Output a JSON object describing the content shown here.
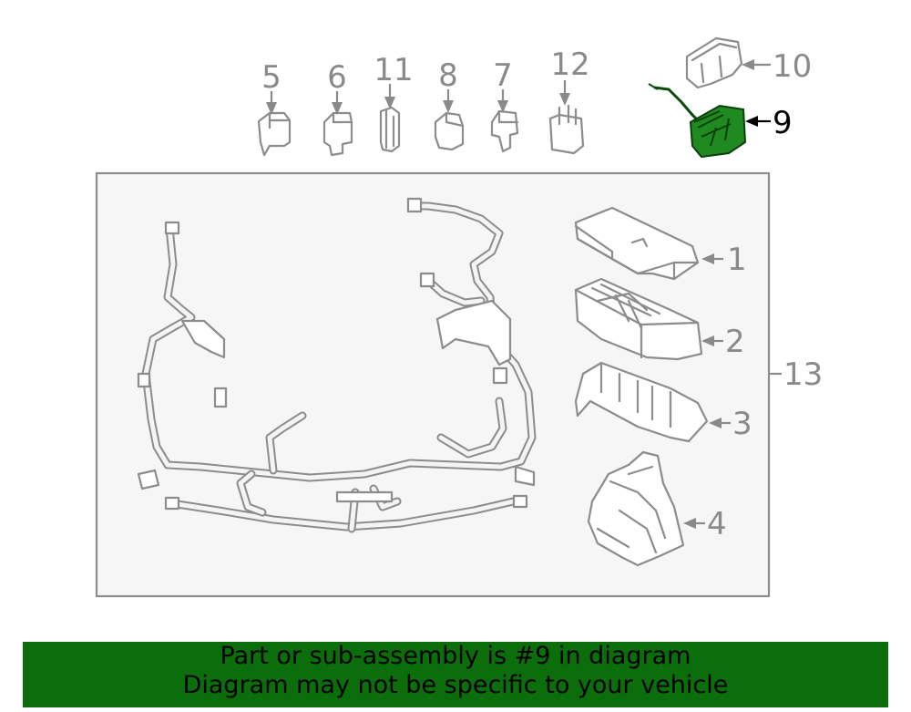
{
  "callouts": {
    "c1": "1",
    "c2": "2",
    "c3": "3",
    "c4": "4",
    "c5": "5",
    "c6": "6",
    "c7": "7",
    "c8": "8",
    "c9": "9",
    "c10": "10",
    "c11": "11",
    "c12": "12",
    "c13": "13"
  },
  "highlight": {
    "part": "9",
    "color": "#0b6e0b"
  },
  "footer": {
    "line1": "Part or sub-assembly is #9 in diagram",
    "line2": "Diagram may not be specific to your vehicle"
  }
}
